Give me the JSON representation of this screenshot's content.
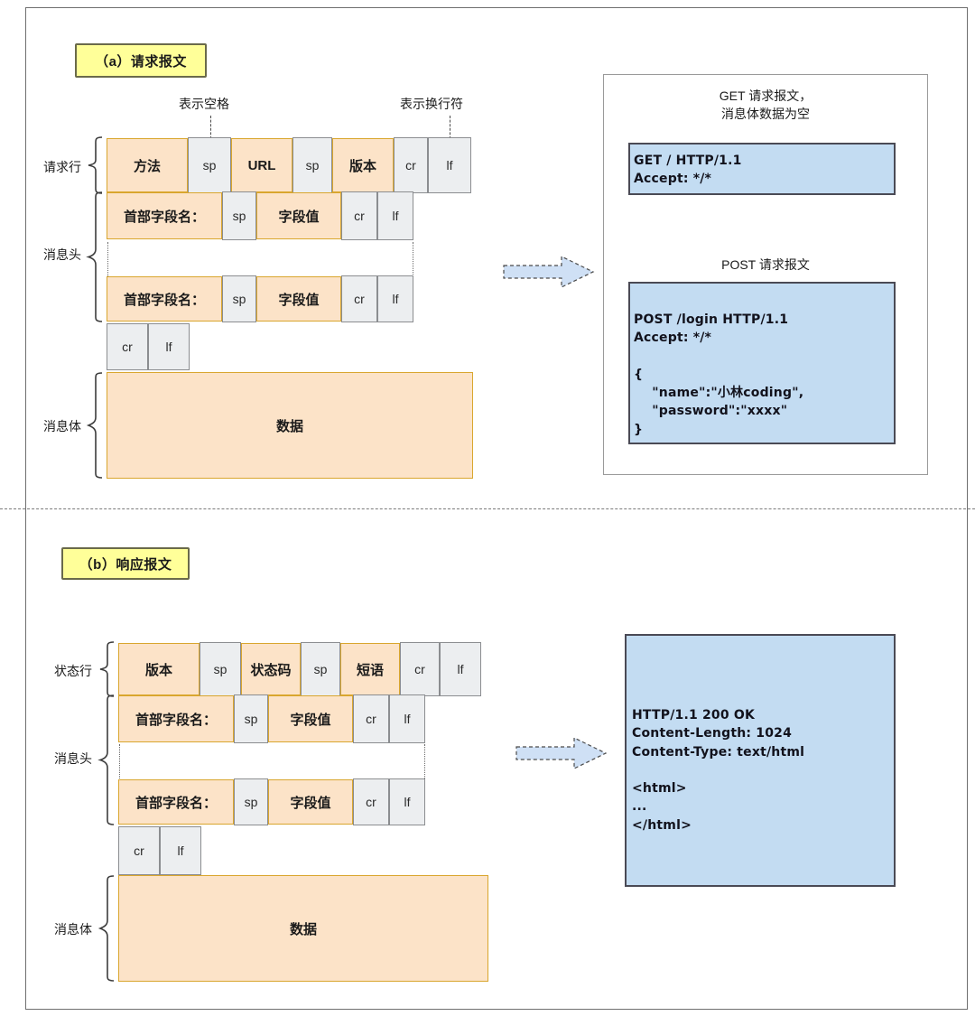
{
  "figure": {
    "sections": [
      {
        "id": "request",
        "caption": "（a）请求报文",
        "annotations": [
          {
            "label": "表示空格"
          },
          {
            "label": "表示换行符"
          }
        ],
        "group_labels": [
          "请求行",
          "消息头",
          "消息体"
        ],
        "start_line": [
          {
            "text": "方法",
            "kind": "orange"
          },
          {
            "text": "sp",
            "kind": "grey"
          },
          {
            "text": "URL",
            "kind": "orange"
          },
          {
            "text": "sp",
            "kind": "grey"
          },
          {
            "text": "版本",
            "kind": "orange"
          },
          {
            "text": "cr",
            "kind": "grey"
          },
          {
            "text": "lf",
            "kind": "grey"
          }
        ],
        "header_line": [
          {
            "text": "首部字段名：",
            "kind": "orange"
          },
          {
            "text": "sp",
            "kind": "grey"
          },
          {
            "text": "字段值",
            "kind": "orange"
          },
          {
            "text": "cr",
            "kind": "grey"
          },
          {
            "text": "lf",
            "kind": "grey"
          }
        ],
        "blank_line": [
          {
            "text": "cr",
            "kind": "grey"
          },
          {
            "text": "lf",
            "kind": "grey"
          }
        ],
        "body": {
          "text": "数据",
          "kind": "orange"
        },
        "examples": [
          {
            "title": "GET 请求报文，\n消息体数据为空",
            "code": "GET / HTTP/1.1\nAccept: */*"
          },
          {
            "title": "POST 请求报文",
            "code": "POST /login HTTP/1.1\nAccept: */*\n\n{\n    \"name\":\"小林coding\",\n    \"password\":\"xxxx\"\n}"
          }
        ]
      },
      {
        "id": "response",
        "caption": "（b）响应报文",
        "annotations": [],
        "group_labels": [
          "状态行",
          "消息头",
          "消息体"
        ],
        "start_line": [
          {
            "text": "版本",
            "kind": "orange"
          },
          {
            "text": "sp",
            "kind": "grey"
          },
          {
            "text": "状态码",
            "kind": "orange"
          },
          {
            "text": "sp",
            "kind": "grey"
          },
          {
            "text": "短语",
            "kind": "orange"
          },
          {
            "text": "cr",
            "kind": "grey"
          },
          {
            "text": "lf",
            "kind": "grey"
          }
        ],
        "header_line": [
          {
            "text": "首部字段名：",
            "kind": "orange"
          },
          {
            "text": "sp",
            "kind": "grey"
          },
          {
            "text": "字段值",
            "kind": "orange"
          },
          {
            "text": "cr",
            "kind": "grey"
          },
          {
            "text": "lf",
            "kind": "grey"
          }
        ],
        "blank_line": [
          {
            "text": "cr",
            "kind": "grey"
          },
          {
            "text": "lf",
            "kind": "grey"
          }
        ],
        "body": {
          "text": "数据",
          "kind": "orange"
        },
        "examples": [
          {
            "title": "",
            "code": "HTTP/1.1 200 OK\nContent-Length: 1024\nContent-Type: text/html\n\n<html>\n...\n</html>"
          }
        ]
      }
    ]
  },
  "colors": {
    "orange_fill": "#fce3c8",
    "orange_border": "#d9a62e",
    "grey_fill": "#eceef0",
    "grey_border": "#8b8d90",
    "caption_fill": "#ffff99",
    "caption_border": "#6a6a4a",
    "code_fill": "#c3dcf2",
    "code_border": "#4a4a55",
    "arrow_fill": "#cfe0f5",
    "frame": "#6f6f6f"
  }
}
